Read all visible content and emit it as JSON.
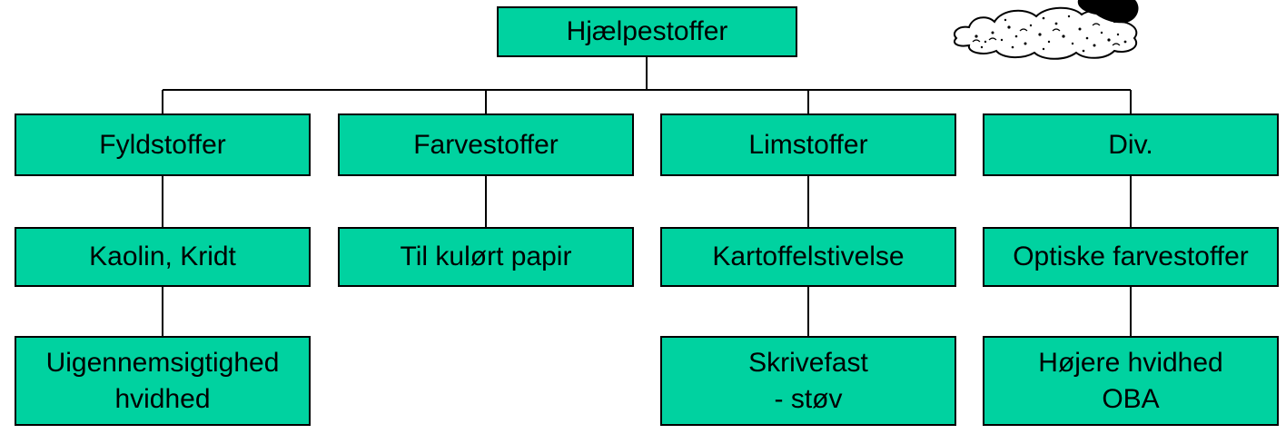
{
  "colors": {
    "box_fill": "#00d2a0",
    "box_border": "#000000",
    "connector": "#000000"
  },
  "diagram": {
    "type": "hierarchy",
    "root": {
      "label": "Hjælpestoffer"
    },
    "branches": [
      {
        "label": "Fyldstoffer",
        "children": [
          {
            "lines": [
              "Kaolin, Kridt"
            ]
          },
          {
            "lines": [
              "Uigennemsigtighed",
              "hvidhed"
            ]
          }
        ]
      },
      {
        "label": "Farvestoffer",
        "children": [
          {
            "lines": [
              "Til kulørt papir"
            ]
          }
        ]
      },
      {
        "label": "Limstoffer",
        "children": [
          {
            "lines": [
              "Kartoffelstivelse"
            ]
          },
          {
            "lines": [
              "Skrivefast",
              "- støv"
            ]
          }
        ]
      },
      {
        "label": "Div.",
        "children": [
          {
            "lines": [
              "Optiske farvestoffer"
            ]
          },
          {
            "lines": [
              "Højere hvidhed",
              "OBA"
            ]
          }
        ]
      }
    ],
    "decoration": {
      "icon": "dust-cloud-icon"
    }
  }
}
